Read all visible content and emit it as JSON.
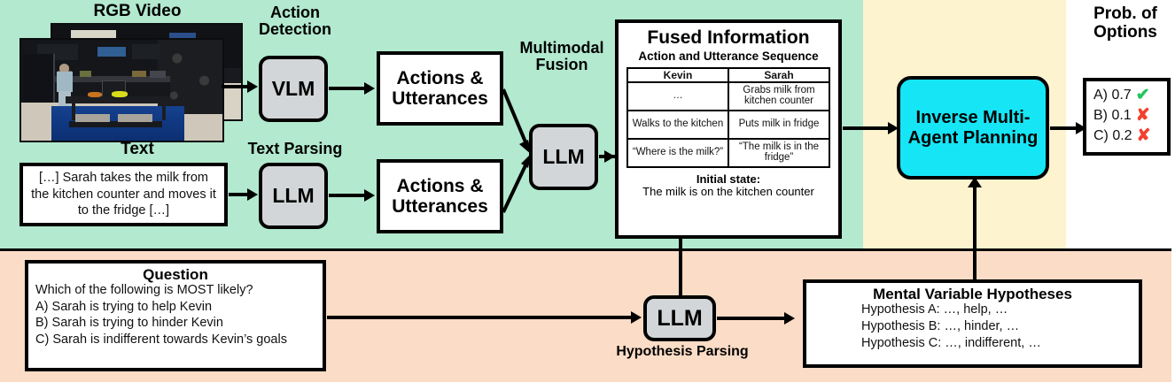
{
  "colors": {
    "perception_panel": "#b2e9cf",
    "inference_panel": "#fdf3cf",
    "question_panel": "#fbdcc6",
    "model_box": "#d3d6d8",
    "highlight_box": "#16e5f5",
    "correct_mark": "#22c55e",
    "incorrect_mark": "#f4402e"
  },
  "perception": {
    "video_label": "RGB Video",
    "text_label": "Text",
    "text_box": "[…] Sarah takes the milk from the kitchen counter and moves it to the fridge […]",
    "action_detection_label": "Action Detection",
    "text_parsing_label": "Text Parsing",
    "vlm_label": "VLM",
    "text_llm_label": "LLM",
    "video_output_label": "Actions & Utterances",
    "text_output_label": "Actions & Utterances",
    "fusion_label": "Multimodal Fusion",
    "fusion_llm_label": "LLM"
  },
  "fused": {
    "title": "Fused Information",
    "subtitle": "Action and Utterance Sequence",
    "columns": [
      "Kevin",
      "Sarah"
    ],
    "rows": [
      [
        "…",
        "Grabs milk from kitchen counter"
      ],
      [
        "Walks to the kitchen",
        "Puts milk in fridge"
      ],
      [
        "“Where is the milk?”",
        "“The milk is in the fridge”"
      ]
    ],
    "initial_state_label": "Initial state:",
    "initial_state_value": "The milk is on the kitchen counter"
  },
  "inference": {
    "planning_box": "Inverse Multi-Agent Planning"
  },
  "output": {
    "title": "Prob. of Options",
    "options": [
      {
        "label": "A) 0.7",
        "mark": "✔",
        "correct": true
      },
      {
        "label": "B) 0.1",
        "mark": "✘",
        "correct": false
      },
      {
        "label": "C) 0.2",
        "mark": "✘",
        "correct": false
      }
    ]
  },
  "question": {
    "title": "Question",
    "prompt": "Which of the following is MOST likely?",
    "choices": [
      "A) Sarah is trying to help Kevin",
      "B) Sarah is trying to hinder Kevin",
      "C) Sarah is indifferent towards Kevin’s goals"
    ]
  },
  "hypothesis_parsing": {
    "llm_label": "LLM",
    "caption": "Hypothesis Parsing"
  },
  "hypotheses": {
    "title": "Mental Variable Hypotheses",
    "items": [
      "Hypothesis A: …, help, …",
      "Hypothesis B: …, hinder, …",
      "Hypothesis C: …, indifferent, …"
    ]
  }
}
